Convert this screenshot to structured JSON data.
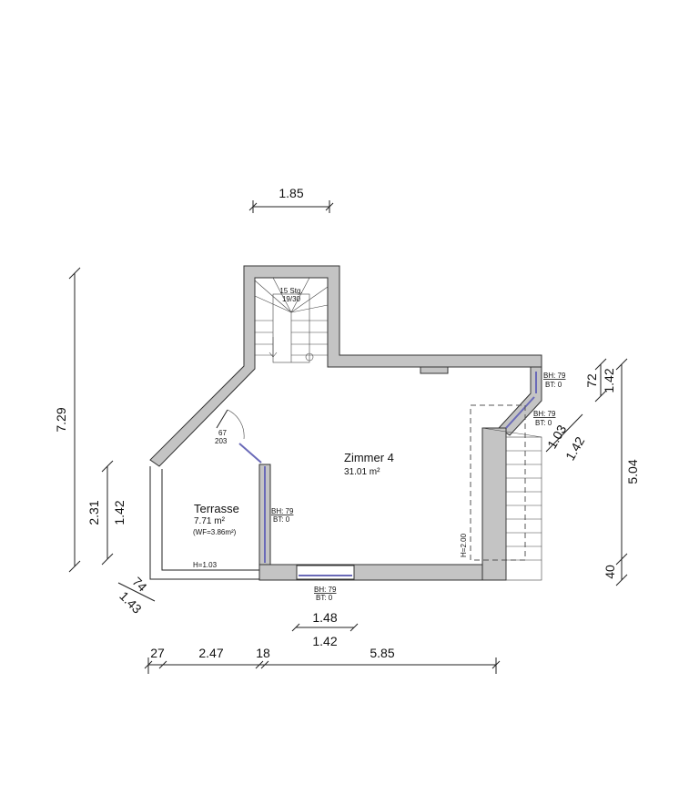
{
  "rooms": {
    "zimmer": {
      "name": "Zimmer 4",
      "area": "31.01 m²"
    },
    "terrasse": {
      "name": "Terrasse",
      "area": "7.71 m²",
      "wf": "(WF=3.86m²)",
      "height": "H=1.03"
    }
  },
  "stairs": {
    "steps": "15 Stg.",
    "ratio": "19/30"
  },
  "door": {
    "width": "67",
    "height": "203"
  },
  "windows": {
    "bh": "BH: 79",
    "bt": "BT: 0"
  },
  "height_note": "H=2.00",
  "dimensions": {
    "top": "1.85",
    "left_total": "7.29",
    "left_a": "2.31",
    "left_b": "1.42",
    "diag_a": "74",
    "diag_b": "1.43",
    "bottom_win_a": "1.48",
    "bottom_win_b": "1.42",
    "bottom_1": "27",
    "bottom_2": "2.47",
    "bottom_3": "18",
    "bottom_4": "5.85",
    "right_total": "5.04",
    "right_top_a": "72",
    "right_top_b": "1.42",
    "right_bottom": "40",
    "right_diag_a": "1.03",
    "right_diag_b": "1.42"
  }
}
